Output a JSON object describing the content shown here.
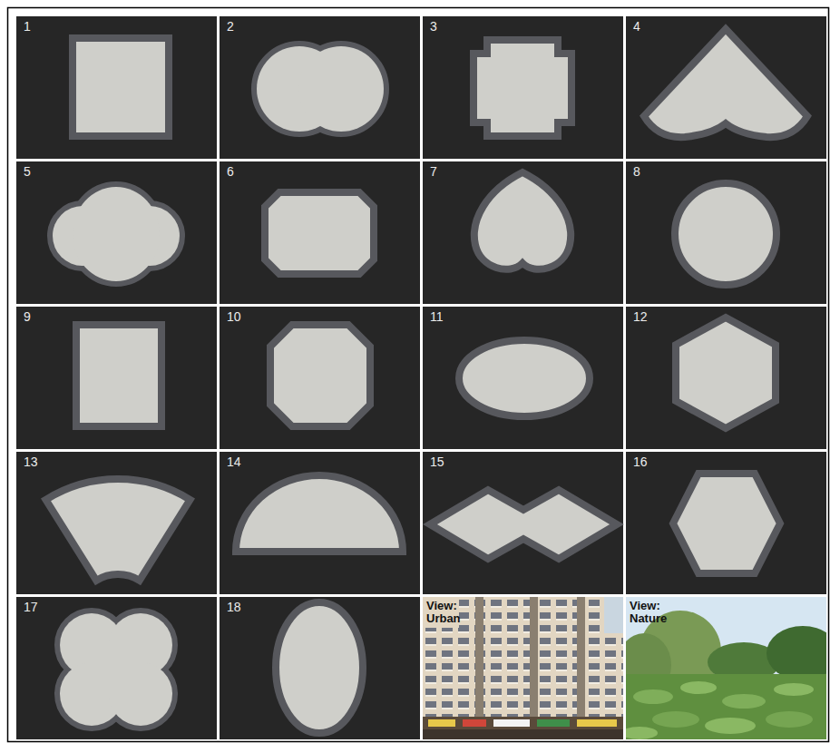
{
  "diagram": {
    "nodes": [
      {
        "text": [
          "1"
        ]
      },
      {
        "text": [
          "2"
        ]
      },
      {
        "text": [
          "3"
        ]
      },
      {
        "text": [
          "4"
        ]
      },
      {
        "text": [
          "5"
        ]
      },
      {
        "text": [
          "6"
        ]
      },
      {
        "text": [
          "7"
        ]
      },
      {
        "text": [
          "8"
        ]
      },
      {
        "text": [
          "9"
        ]
      },
      {
        "text": [
          "10"
        ]
      },
      {
        "text": [
          "11"
        ]
      },
      {
        "text": [
          "12"
        ]
      },
      {
        "text": [
          "13"
        ]
      },
      {
        "text": [
          "14"
        ]
      },
      {
        "text": [
          "15"
        ]
      },
      {
        "text": [
          "16"
        ]
      },
      {
        "text": [
          "17"
        ]
      },
      {
        "text": [
          "18"
        ]
      },
      {
        "text": [
          "View: Urban"
        ]
      },
      {
        "text": [
          "View: Nature"
        ]
      }
    ]
  }
}
